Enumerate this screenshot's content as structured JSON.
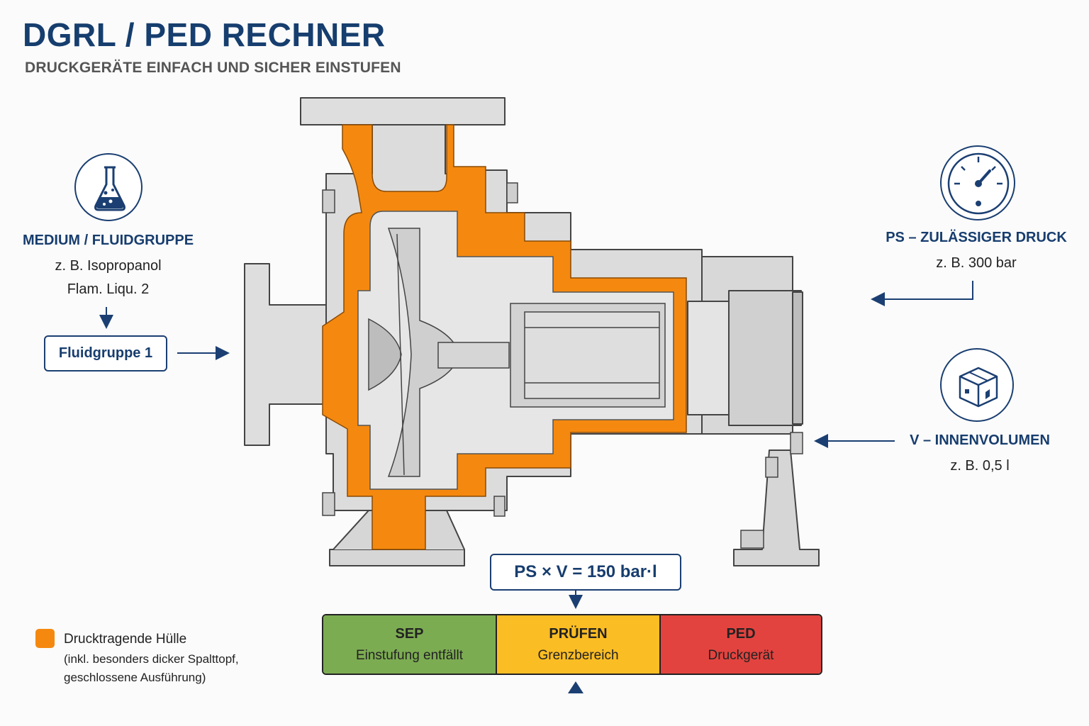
{
  "header": {
    "title": "DGRL / PED RECHNER",
    "subtitle": "DRUCKGERÄTE EINFACH UND SICHER EINSTUFEN"
  },
  "colors": {
    "brand_navy": "#173d6e",
    "pressure_hull": "#f5890f",
    "steel": "#dcdcdc",
    "sep_green": "#7cac52",
    "check_yellow": "#fbbd24",
    "ped_red": "#e3433f"
  },
  "medium": {
    "icon": "flask-icon",
    "heading": "MEDIUM / FLUIDGRUPPE",
    "example": "z. B. Isopropanol",
    "classification": "Flam. Liqu. 2",
    "result": "Fluidgruppe 1"
  },
  "pressure": {
    "icon": "pressure-gauge-icon",
    "heading": "PS – ZULÄSSIGER DRUCK",
    "example": "z. B. 300 bar"
  },
  "volume": {
    "icon": "volume-box-icon",
    "heading": "V – INNENVOLUMEN",
    "example": "z. B. 0,5 l"
  },
  "formula": {
    "text": "PS × V = 150 bar·l"
  },
  "scale": {
    "active_index": 1,
    "segments": [
      {
        "title": "SEP",
        "subtitle": "Einstufung entfällt",
        "color": "#7cac52"
      },
      {
        "title": "PRÜFEN",
        "subtitle": "Grenzbereich",
        "color": "#fbbd24"
      },
      {
        "title": "PED",
        "subtitle": "Druckgerät",
        "color": "#e3433f"
      }
    ]
  },
  "legend": {
    "label": "Drucktragende Hülle",
    "note_line1": "(inkl. besonders dicker Spalttopf,",
    "note_line2": "geschlossene Ausführung)"
  }
}
